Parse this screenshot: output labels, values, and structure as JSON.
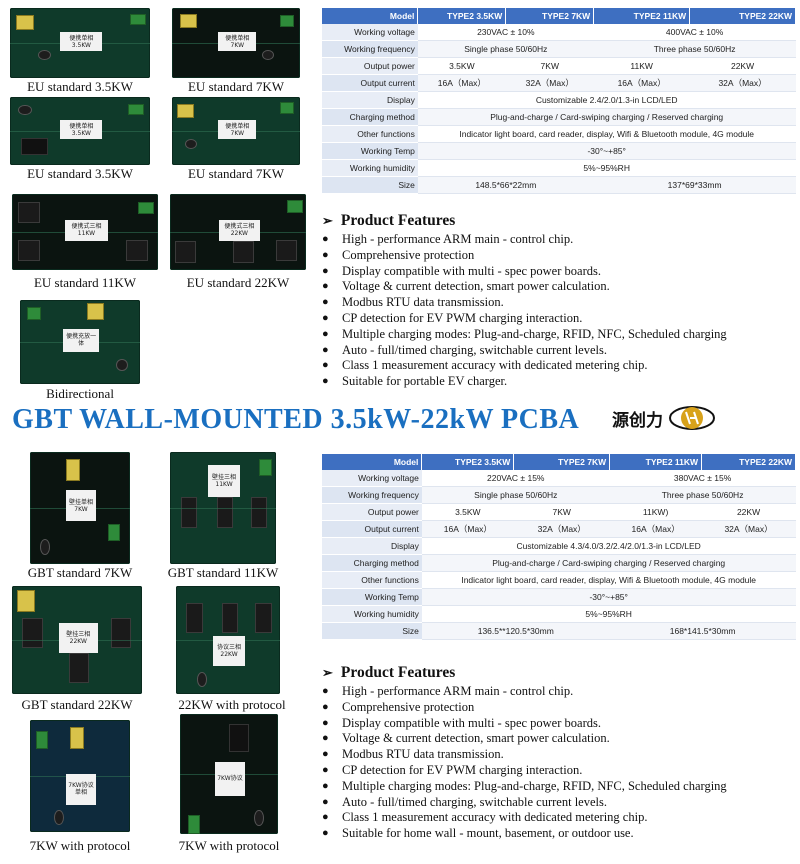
{
  "top_section": {
    "products": [
      {
        "caption": "EU standard 3.5KW",
        "board_label": "便携单相 3.5KW"
      },
      {
        "caption": "EU standard 7KW",
        "board_label": "便携单相 7KW"
      },
      {
        "caption": "EU standard 3.5KW",
        "board_label": "便携单相 3.5KW"
      },
      {
        "caption": "EU standard 7KW",
        "board_label": "便携单相 7KW"
      },
      {
        "caption": "EU standard 11KW",
        "board_label": "便携式三相 11KW"
      },
      {
        "caption": "EU standard 22KW",
        "board_label": "便携式三相 22KW"
      },
      {
        "caption": "Bidirectional",
        "board_label": "便携充放一体"
      }
    ],
    "spec_table": {
      "headers": [
        "Model",
        "TYPE2 3.5KW",
        "TYPE2 7KW",
        "TYPE2 11KW",
        "TYPE2 22KW"
      ],
      "rows": {
        "voltage": {
          "label": "Working voltage",
          "v1": "230VAC ± 10%",
          "v2": "400VAC ± 10%"
        },
        "frequency": {
          "label": "Working frequency",
          "v1": "Single phase  50/60Hz",
          "v2": "Three phase  50/60Hz"
        },
        "power": {
          "label": "Output power",
          "c1": "3.5KW",
          "c2": "7KW",
          "c3": "11KW",
          "c4": "22KW"
        },
        "current": {
          "label": "Output current",
          "c1": "16A（Max）",
          "c2": "32A（Max）",
          "c3": "16A（Max）",
          "c4": "32A（Max）"
        },
        "display": {
          "label": "Display",
          "v": "Customizable 2.4/2.0/1.3-in LCD/LED"
        },
        "charging": {
          "label": "Charging method",
          "v": "Plug-and-charge / Card-swiping charging / Reserved charging"
        },
        "other": {
          "label": "Other functions",
          "v": "Indicator light board, card reader, display, Wifi & Bluetooth module, 4G module"
        },
        "temp": {
          "label": "Working Temp",
          "v": "-30°~+85°"
        },
        "humidity": {
          "label": "Working humidity",
          "v": "5%~95%RH"
        },
        "size": {
          "label": "Size",
          "v1": "148.5*66*22mm",
          "v2": "137*69*33mm"
        }
      }
    },
    "features": {
      "title": "Product Features",
      "items": [
        "High - performance ARM main - control chip.",
        "Comprehensive protection",
        "Display compatible with multi - spec power boards.",
        "Voltage & current detection, smart power calculation.",
        "Modbus RTU data transmission.",
        "CP detection for EV PWM charging interaction.",
        "Multiple charging modes: Plug-and-charge, RFID, NFC, Scheduled charging",
        "Auto - full/timed charging, switchable current levels.",
        "Class 1 measurement accuracy with dedicated metering chip.",
        "Suitable for portable EV charger."
      ]
    }
  },
  "banner": {
    "title": "GBT WALL-MOUNTED 3.5kW-22kW PCBA",
    "brand_text": "源创力"
  },
  "bottom_section": {
    "products": [
      {
        "caption": "GBT standard 7KW",
        "board_label": "壁挂单相 7KW"
      },
      {
        "caption": "GBT standard 11KW",
        "board_label": "壁挂三相 11KW"
      },
      {
        "caption": "GBT standard 22KW",
        "board_label": "壁挂三相 22KW"
      },
      {
        "caption": "22KW with protocol",
        "board_label": "协议三相 22KW"
      },
      {
        "caption": "7KW with protocol",
        "board_label": "7KW协议 单相"
      },
      {
        "caption": "7KW with protocol",
        "board_label": "7KW协议"
      }
    ],
    "spec_table": {
      "headers": [
        "Model",
        "TYPE2 3.5KW",
        "TYPE2 7KW",
        "TYPE2 11KW",
        "TYPE2 22KW"
      ],
      "rows": {
        "voltage": {
          "label": "Working voltage",
          "v1": "220VAC ± 15%",
          "v2": "380VAC ± 15%"
        },
        "frequency": {
          "label": "Working frequency",
          "v1": "Single phase  50/60Hz",
          "v2": "Three phase  50/60Hz"
        },
        "power": {
          "label": "Output power",
          "c1": "3.5KW",
          "c2": "7KW",
          "c3": "11KW)",
          "c4": "22KW"
        },
        "current": {
          "label": "Output current",
          "c1": "16A（Max）",
          "c2": "32A（Max）",
          "c3": "16A（Max）",
          "c4": "32A（Max）"
        },
        "display": {
          "label": "Display",
          "v": "Customizable 4.3/4.0/3.2/2.4/2.0/1.3-in LCD/LED"
        },
        "charging": {
          "label": "Charging method",
          "v": "Plug-and-charge / Card-swiping charging / Reserved charging"
        },
        "other": {
          "label": "Other functions",
          "v": "Indicator light board, card reader, display, Wifi & Bluetooth module, 4G module"
        },
        "temp": {
          "label": "Working Temp",
          "v": "-30°~+85°"
        },
        "humidity": {
          "label": "Working humidity",
          "v": "5%~95%RH"
        },
        "size": {
          "label": "Size",
          "v1": "136.5**120.5*30mm",
          "v2": "168*141.5*30mm"
        }
      }
    },
    "features": {
      "title": "Product Features",
      "items": [
        "High - performance ARM main - control chip.",
        "Comprehensive protection",
        "Display compatible with multi - spec power boards.",
        "Voltage & current detection, smart power calculation.",
        "Modbus RTU data transmission.",
        "CP detection for EV PWM charging interaction.",
        "Multiple charging modes: Plug-and-charge, RFID, NFC, Scheduled charging",
        "Auto - full/timed charging, switchable current levels.",
        "Class 1 measurement accuracy with dedicated metering chip.",
        "Suitable for home wall - mount, basement, or outdoor use."
      ]
    }
  }
}
